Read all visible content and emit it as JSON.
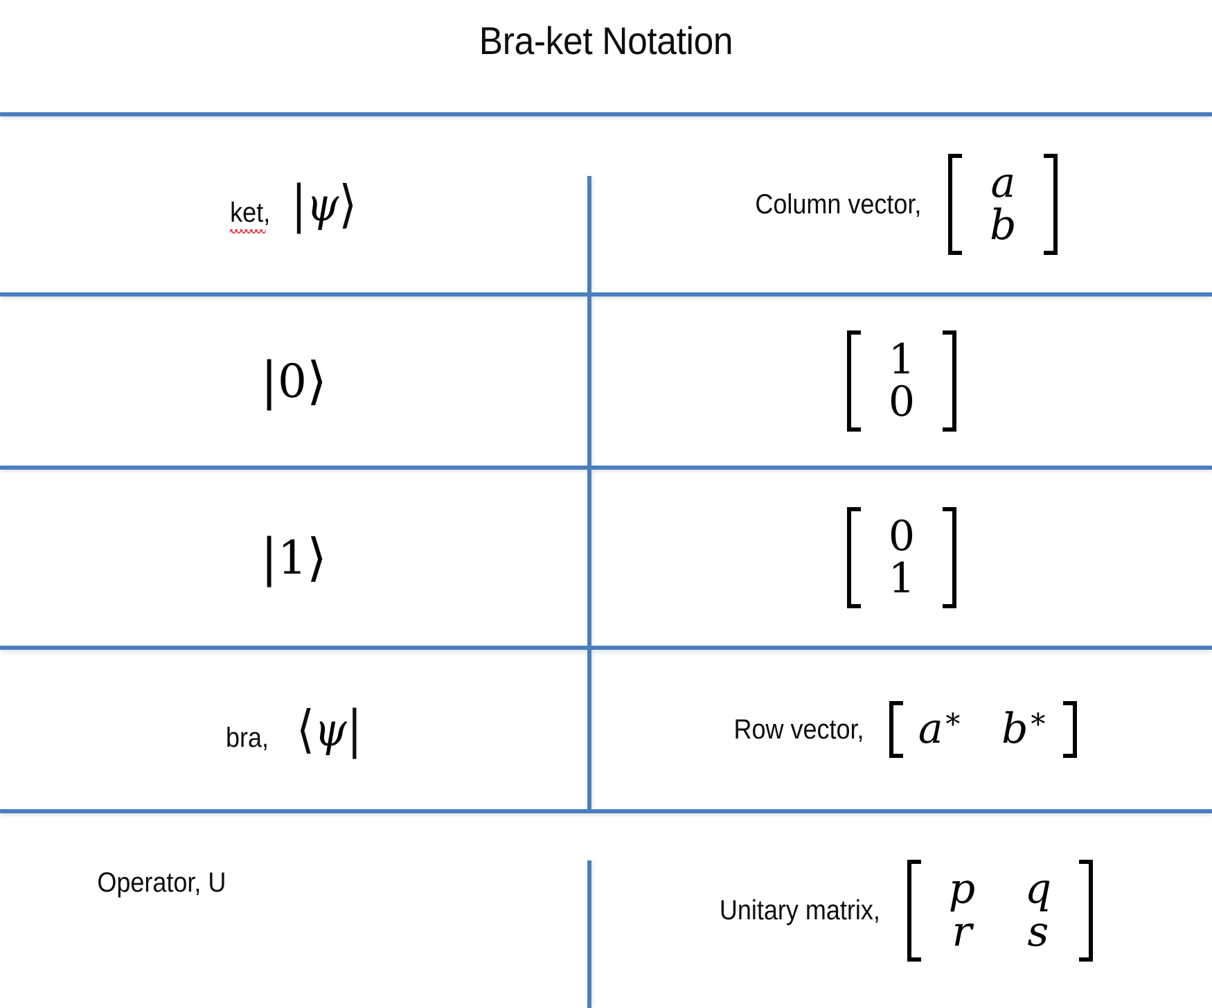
{
  "slide": {
    "title": "Bra-ket Notation",
    "accent_color": "#4a7fbf",
    "text_color": "#0d0d0d",
    "spellcheck_color": "#ee1122"
  },
  "rows": [
    {
      "id": "ket",
      "left": {
        "label": "ket,",
        "label_misspelled": "ket",
        "label_comma": ",",
        "notation": "|ψ⟩",
        "bar": "|",
        "symbol": "ψ",
        "angle": "⟩"
      },
      "right": {
        "label": "Column vector,",
        "matrix_type": "column",
        "matrix": [
          [
            "a"
          ],
          [
            "b"
          ]
        ]
      }
    },
    {
      "id": "ket-0",
      "left": {
        "label": "",
        "notation": "|0⟩",
        "bar": "|",
        "symbol": "0",
        "angle": "⟩"
      },
      "right": {
        "label": "",
        "matrix_type": "column",
        "matrix": [
          [
            "1"
          ],
          [
            "0"
          ]
        ]
      }
    },
    {
      "id": "ket-1",
      "left": {
        "label": "",
        "notation": "|1⟩",
        "bar": "|",
        "symbol": "1",
        "angle": "⟩"
      },
      "right": {
        "label": "",
        "matrix_type": "column",
        "matrix": [
          [
            "0"
          ],
          [
            "1"
          ]
        ]
      }
    },
    {
      "id": "bra",
      "left": {
        "label": "bra,",
        "notation": "⟨ψ|",
        "bar": "|",
        "symbol": "ψ",
        "angle": "⟨"
      },
      "right": {
        "label": "Row vector,",
        "matrix_type": "row",
        "matrix": [
          [
            "a*",
            "b*"
          ]
        ]
      }
    },
    {
      "id": "operator",
      "left": {
        "label": "Operator, U",
        "notation": ""
      },
      "right": {
        "label": "Unitary matrix,",
        "matrix_type": "square",
        "matrix": [
          [
            "p",
            "q"
          ],
          [
            "r",
            "s"
          ]
        ]
      }
    }
  ]
}
